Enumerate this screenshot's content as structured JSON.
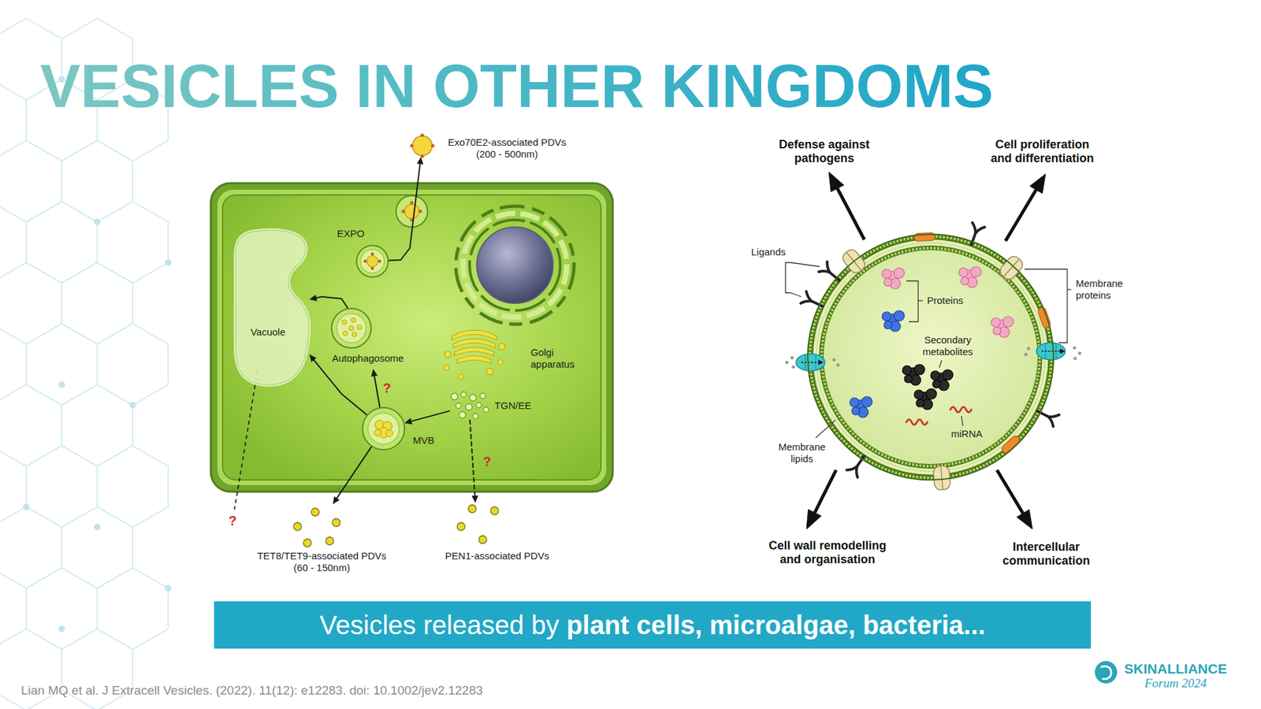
{
  "diagram": {
    "title": "VESICLES IN OTHER KINGDOMS",
    "caption": "Lian MQ et al. J Extracell Vesicles. (2022). 11(12): e12283. doi: 10.1002/jev2.12283",
    "nodes": [
      {
        "text": [
          "Vacuole"
        ]
      },
      {
        "text": [
          "EXPO"
        ]
      },
      {
        "text": [
          "Autophagosome"
        ]
      },
      {
        "text": [
          "MVB"
        ]
      },
      {
        "text": [
          "Exo70E2-associated PDVs (200 - 500nm)"
        ]
      },
      {
        "text": [
          "TGN/EE"
        ]
      },
      {
        "text": [
          "TET8/TET9-associated PDVs (60 - 150nm)"
        ]
      },
      {
        "text": [
          "PEN1-associated PDVs"
        ]
      },
      {
        "text": [
          "Proteins",
          "Secondary metabolites",
          "miRNA"
        ]
      },
      {
        "text": [
          "Vesicles released by",
          "plant cells, microalgae, bacteria..."
        ]
      }
    ],
    "edges": [
      {
        "from": 1,
        "to": 4,
        "arrow": "to"
      },
      {
        "from": 2,
        "to": 0,
        "arrow": "to"
      },
      {
        "from": 3,
        "to": 0,
        "arrow": "to"
      },
      {
        "from": 3,
        "to": 2,
        "label": "?",
        "arrow": "to"
      },
      {
        "from": 5,
        "to": 3,
        "arrow": "to"
      },
      {
        "from": 3,
        "to": 6,
        "arrow": "to"
      },
      {
        "from": 5,
        "to": 7,
        "label": "?",
        "arrow": "to"
      }
    ],
    "labels": [
      "Golgi apparatus",
      "?",
      "Defense against pathogens",
      "Cell proliferation and differentiation",
      "Ligands",
      "Membrane proteins",
      "Membrane lipids",
      "Cell wall remodelling and organisation",
      "Intercellular communication",
      "SKINALLIANCE",
      "Forum 2024"
    ]
  }
}
